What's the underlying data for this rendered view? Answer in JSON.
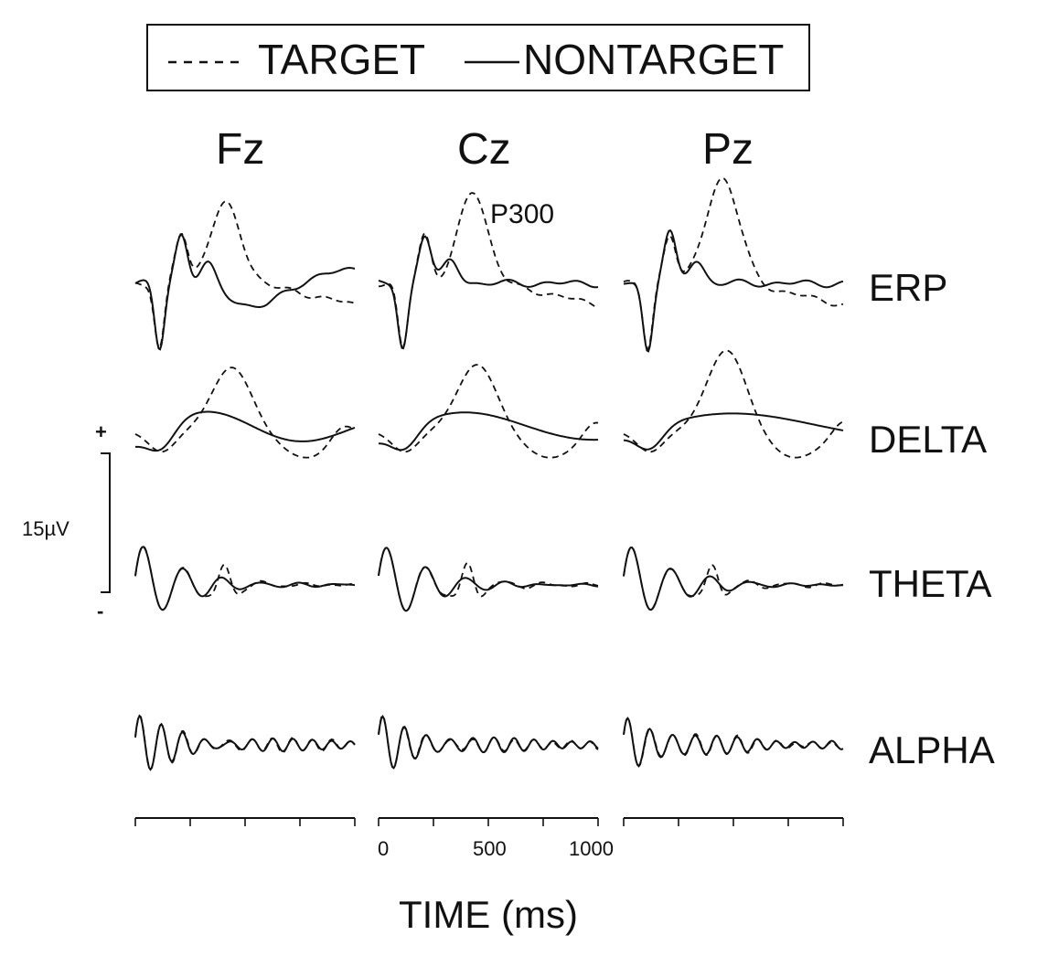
{
  "legend": {
    "items": [
      {
        "label": "TARGET",
        "style": "dashed"
      },
      {
        "label": "NONTARGET",
        "style": "solid"
      }
    ]
  },
  "chart_data": {
    "type": "line",
    "columns": [
      "Fz",
      "Cz",
      "Pz"
    ],
    "rows": [
      "ERP",
      "DELTA",
      "THETA",
      "ALPHA"
    ],
    "xlabel": "TIME (ms)",
    "xticks": [
      0,
      500,
      1000
    ],
    "xlim": [
      0,
      1000
    ],
    "scale_bar": {
      "value": "15µV",
      "top_sign": "+",
      "bottom_sign": "-"
    },
    "annotation": {
      "text": "P300",
      "panel": "Cz ERP"
    },
    "series": [
      {
        "name": "TARGET",
        "style": "dashed",
        "color": "#111111"
      },
      {
        "name": "NONTARGET",
        "style": "solid",
        "color": "#111111"
      }
    ]
  }
}
